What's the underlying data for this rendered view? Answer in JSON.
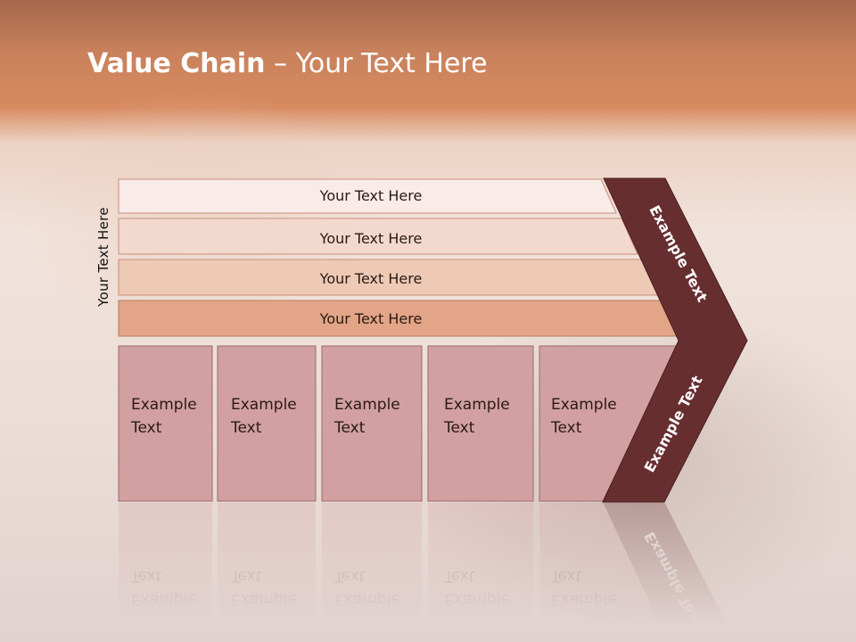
{
  "title": {
    "bold": "Value Chain",
    "rest": " – Your Text Here"
  },
  "side_label": "Your Text Here",
  "bands": [
    {
      "label": "Your Text Here"
    },
    {
      "label": "Your Text Here"
    },
    {
      "label": "Your Text Here"
    },
    {
      "label": "Your Text Here"
    }
  ],
  "boxes": [
    {
      "line1": "Example",
      "line2": "Text"
    },
    {
      "line1": "Example",
      "line2": "Text"
    },
    {
      "line1": "Example",
      "line2": "Text"
    },
    {
      "line1": "Example",
      "line2": "Text"
    },
    {
      "line1": "Example",
      "line2": "Text"
    }
  ],
  "chevron": {
    "top_label": "Example Text",
    "bottom_label": "Example Text"
  },
  "colors": {
    "band_1": "#f8ebe8",
    "band_2": "#f3d9cd",
    "band_3": "#eecab6",
    "band_4": "#e2a587",
    "box_fill": "#d2a0a0",
    "chevron_fill": "#672e30"
  }
}
